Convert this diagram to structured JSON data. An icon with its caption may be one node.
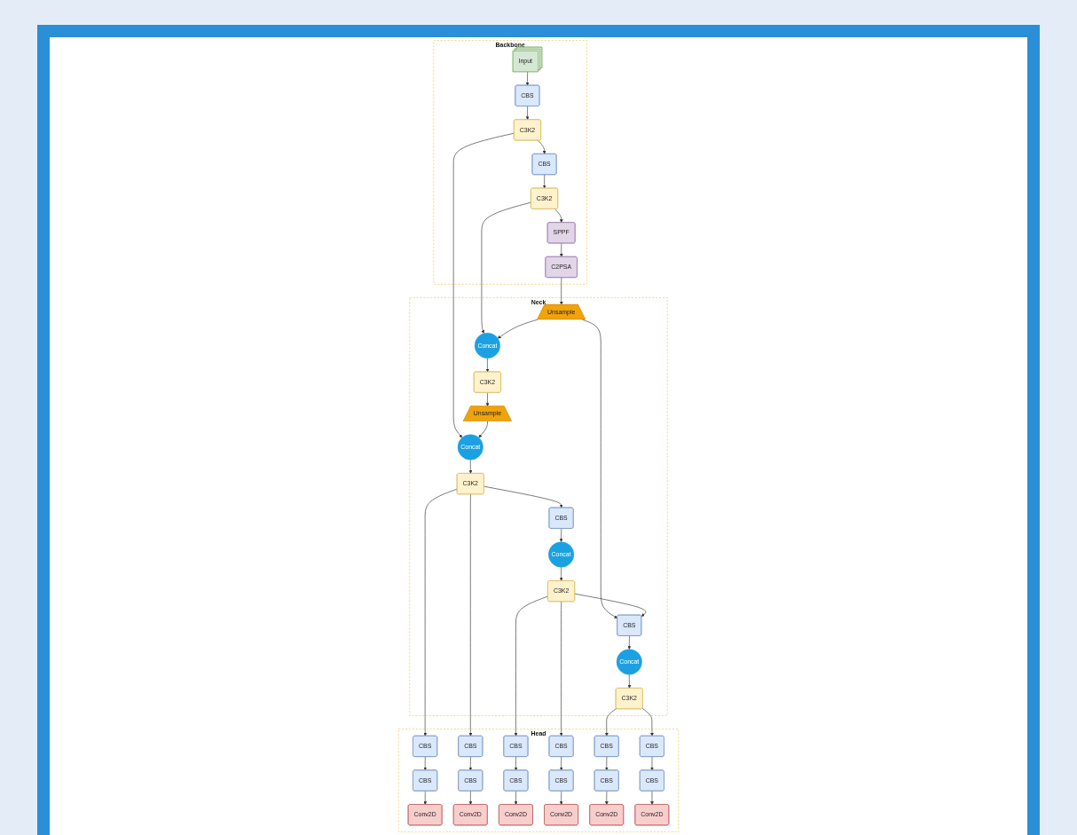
{
  "diagram": {
    "nodes": [
      {
        "text": [
          "Backbone"
        ]
      },
      {
        "text": [
          "Input"
        ],
        "in": 0
      },
      {
        "text": [
          "CBS"
        ],
        "in": 0
      },
      {
        "text": [
          "C3K2"
        ],
        "in": 0
      },
      {
        "text": [
          "CBS"
        ],
        "in": 0
      },
      {
        "text": [
          "C3K2"
        ],
        "in": 0
      },
      {
        "text": [
          "SPPF"
        ],
        "in": 0
      },
      {
        "text": [
          "C2PSA"
        ],
        "in": 0
      },
      {
        "text": [
          "Neck"
        ]
      },
      {
        "text": [
          "Concat"
        ],
        "in": 8
      },
      {
        "text": [
          "C3K2"
        ],
        "in": 8
      },
      {
        "text": [
          "Unsample"
        ],
        "in": 8
      },
      {
        "text": [
          "CBS"
        ],
        "in": 8
      },
      {
        "text": [
          "Concat"
        ],
        "in": 8
      },
      {
        "text": [
          "C3K2"
        ],
        "in": 8
      },
      {
        "text": [
          "Concat"
        ],
        "in": 8
      },
      {
        "text": [
          "C3K2"
        ],
        "in": 8
      },
      {
        "text": [
          "CBS"
        ],
        "in": 8
      },
      {
        "text": [
          "Unsample"
        ],
        "in": 8
      },
      {
        "text": [
          "Concat"
        ],
        "in": 8
      },
      {
        "text": [
          "C3K2"
        ],
        "in": 8
      },
      {
        "text": [
          "Head"
        ]
      },
      {
        "text": [
          "CBS"
        ],
        "in": 21
      },
      {
        "text": [
          "CBS"
        ],
        "in": 21
      },
      {
        "text": [
          "Conv2D"
        ],
        "in": 21
      },
      {
        "text": [
          "CBS"
        ],
        "in": 21
      },
      {
        "text": [
          "CBS"
        ],
        "in": 21
      },
      {
        "text": [
          "Conv2D"
        ],
        "in": 21
      },
      {
        "text": [
          "CBS"
        ],
        "in": 21
      },
      {
        "text": [
          "CBS"
        ],
        "in": 21
      },
      {
        "text": [
          "Conv2D"
        ],
        "in": 21
      },
      {
        "text": [
          "CBS"
        ],
        "in": 21
      },
      {
        "text": [
          "CBS"
        ],
        "in": 21
      },
      {
        "text": [
          "Conv2D"
        ],
        "in": 21
      },
      {
        "text": [
          "CBS"
        ],
        "in": 21
      },
      {
        "text": [
          "CBS"
        ],
        "in": 21
      },
      {
        "text": [
          "Conv2D"
        ],
        "in": 21
      },
      {
        "text": [
          "CBS"
        ],
        "in": 21
      },
      {
        "text": [
          "CBS"
        ],
        "in": 21
      },
      {
        "text": [
          "Conv2D"
        ],
        "in": 21
      }
    ],
    "edges": [
      {
        "from": 1,
        "to": 2,
        "arrow": "to"
      },
      {
        "from": 2,
        "to": 3,
        "arrow": "to"
      },
      {
        "from": 3,
        "to": 4,
        "arrow": "to"
      },
      {
        "from": 4,
        "to": 5,
        "arrow": "to"
      },
      {
        "from": 5,
        "to": 6,
        "arrow": "to"
      },
      {
        "from": 6,
        "to": 7,
        "arrow": "to"
      },
      {
        "from": 3,
        "to": 9,
        "arrow": "to"
      },
      {
        "from": 5,
        "to": 15,
        "arrow": "to"
      },
      {
        "from": 7,
        "to": 18,
        "arrow": "to"
      },
      {
        "from": 18,
        "to": 15,
        "arrow": "to"
      },
      {
        "from": 18,
        "to": 17,
        "arrow": "to"
      },
      {
        "from": 15,
        "to": 14,
        "arrow": "to"
      },
      {
        "from": 14,
        "to": 11,
        "arrow": "to"
      },
      {
        "from": 11,
        "to": 9,
        "arrow": "to"
      },
      {
        "from": 9,
        "to": 10,
        "arrow": "to"
      },
      {
        "from": 10,
        "to": 12,
        "arrow": "to"
      },
      {
        "from": 12,
        "to": 13,
        "arrow": "to"
      },
      {
        "from": 13,
        "to": 16,
        "arrow": "to"
      },
      {
        "from": 16,
        "to": 17,
        "arrow": "to"
      },
      {
        "from": 17,
        "to": 19,
        "arrow": "to"
      },
      {
        "from": 19,
        "to": 20,
        "arrow": "to"
      },
      {
        "from": 10,
        "to": 22,
        "arrow": "to"
      },
      {
        "from": 10,
        "to": 25,
        "arrow": "to"
      },
      {
        "from": 16,
        "to": 28,
        "arrow": "to"
      },
      {
        "from": 16,
        "to": 31,
        "arrow": "to"
      },
      {
        "from": 20,
        "to": 34,
        "arrow": "to"
      },
      {
        "from": 20,
        "to": 37,
        "arrow": "to"
      },
      {
        "from": 22,
        "to": 23,
        "arrow": "to"
      },
      {
        "from": 23,
        "to": 24,
        "arrow": "to"
      },
      {
        "from": 25,
        "to": 26,
        "arrow": "to"
      },
      {
        "from": 26,
        "to": 27,
        "arrow": "to"
      },
      {
        "from": 28,
        "to": 29,
        "arrow": "to"
      },
      {
        "from": 29,
        "to": 30,
        "arrow": "to"
      },
      {
        "from": 31,
        "to": 32,
        "arrow": "to"
      },
      {
        "from": 32,
        "to": 33,
        "arrow": "to"
      },
      {
        "from": 34,
        "to": 35,
        "arrow": "to"
      },
      {
        "from": 35,
        "to": 36,
        "arrow": "to"
      },
      {
        "from": 37,
        "to": 38,
        "arrow": "to"
      },
      {
        "from": 38,
        "to": 39,
        "arrow": "to"
      }
    ]
  }
}
